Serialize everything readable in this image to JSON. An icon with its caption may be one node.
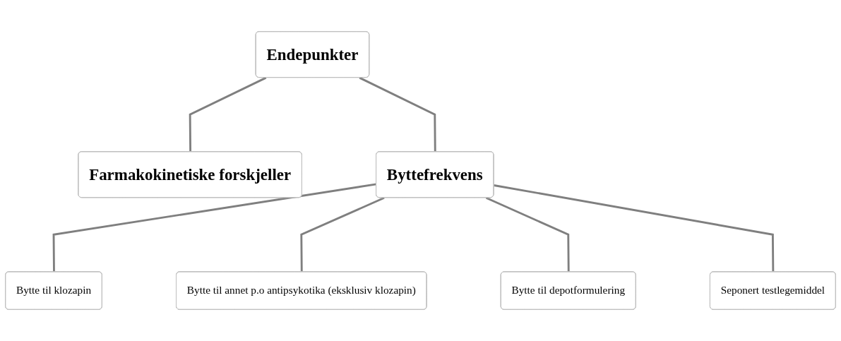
{
  "diagram": {
    "nodes": [
      {
        "text": [
          "Endepunkter"
        ]
      },
      {
        "text": [
          "Farmakokinetiske forskjeller"
        ]
      },
      {
        "text": [
          "Byttefrekvens"
        ]
      },
      {
        "text": [
          "Bytte til klozapin"
        ]
      },
      {
        "text": [
          "Bytte til annet p.o antipsykotika (eksklusiv klozapin)"
        ]
      },
      {
        "text": [
          "Bytte til depotformulering"
        ]
      },
      {
        "text": [
          "Seponert testlegemiddel"
        ]
      }
    ],
    "edges": [
      {
        "from": 0,
        "to": 1,
        "arrow": "none"
      },
      {
        "from": 0,
        "to": 2,
        "arrow": "none"
      },
      {
        "from": 2,
        "to": 3,
        "arrow": "none"
      },
      {
        "from": 2,
        "to": 4,
        "arrow": "none"
      },
      {
        "from": 2,
        "to": 5,
        "arrow": "none"
      },
      {
        "from": 2,
        "to": 6,
        "arrow": "none"
      }
    ]
  }
}
